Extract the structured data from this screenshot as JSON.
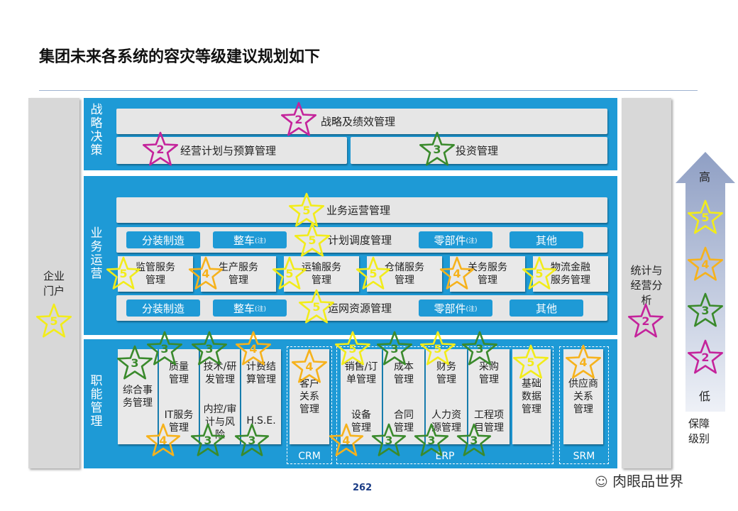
{
  "title": "集团未来各系统的容灾等级建议规划如下",
  "left_sidebar": {
    "label": "企业\n门户",
    "level": "5"
  },
  "right_sidebar": {
    "label": "统计与\n经营分\n析",
    "level": "2"
  },
  "strategy": {
    "label": "战\n略\n决\n策",
    "top_bar": {
      "label": "战略及绩效管理",
      "level": "2"
    },
    "left_bar": {
      "label": "经营计划与预算管理",
      "level": "2"
    },
    "right_bar": {
      "label": "投资管理",
      "level": "3"
    }
  },
  "operations": {
    "label": "业\n务\n运\n营",
    "bar1": {
      "label": "业务运营管理",
      "level": "5"
    },
    "bar2": {
      "label": "计划调度管理",
      "level": "5",
      "pills": [
        "分装制造",
        "整车",
        "零部件",
        "其他"
      ],
      "note": "(注)"
    },
    "services": [
      {
        "label": "监管服务\n管理",
        "level": "5"
      },
      {
        "label": "生产服务\n管理",
        "level": "4"
      },
      {
        "label": "运输服务\n管理",
        "level": "5"
      },
      {
        "label": "仓储服务\n管理",
        "level": "5"
      },
      {
        "label": "关务服务\n管理",
        "level": "4"
      },
      {
        "label": "物流金融\n服务管理",
        "level": "5"
      }
    ],
    "bar4": {
      "label": "运网资源管理",
      "level": "5",
      "pills": [
        "分装制造",
        "整车",
        "零部件",
        "其他"
      ],
      "note": "(注)"
    }
  },
  "functions": {
    "label": "职\n能\n管\n理",
    "general": {
      "label": "综合事\n务管理",
      "level": "3"
    },
    "columns": [
      {
        "top": "质量\n管理",
        "top_level": "3",
        "bottom": "IT服务\n管理",
        "bottom_level": "4"
      },
      {
        "top": "技术/研\n发管理",
        "top_level": "3",
        "bottom": "内控/审\n计与风\n险",
        "bottom_level": "3"
      },
      {
        "top": "计费结\n算管理",
        "top_level": "4",
        "bottom": "H.S.E.",
        "bottom_level": "3"
      }
    ],
    "crm": {
      "group": "CRM",
      "label": "客户\n关系\n管理",
      "level": "4"
    },
    "erp": {
      "group": "ERP",
      "columns": [
        {
          "top": "销售/订\n单管理",
          "top_level": "5",
          "bottom": "设备\n管理",
          "bottom_level": "4"
        },
        {
          "top": "成本\n管理",
          "top_level": "3",
          "bottom": "合同\n管理",
          "bottom_level": "3"
        },
        {
          "top": "财务\n管理",
          "top_level": "5",
          "bottom": "人力资\n源管理",
          "bottom_level": "3"
        },
        {
          "top": "采购\n管理",
          "top_level": "3",
          "bottom": "工程项\n目管理",
          "bottom_level": "3"
        }
      ],
      "base": {
        "label": "基础\n数据\n管理",
        "level": "5"
      }
    },
    "srm": {
      "group": "SRM",
      "label": "供应商\n关系\n管理",
      "level": "4"
    }
  },
  "scale": {
    "high": "高",
    "low": "低",
    "levels": [
      "5",
      "4",
      "3",
      "2"
    ],
    "caption": "保障\n级别"
  },
  "level_colors": {
    "5": "#f2ec1a",
    "4": "#f6b21c",
    "3": "#3a8a2c",
    "2": "#c4239b"
  },
  "page_number": "262",
  "watermark": "肉眼品世界"
}
